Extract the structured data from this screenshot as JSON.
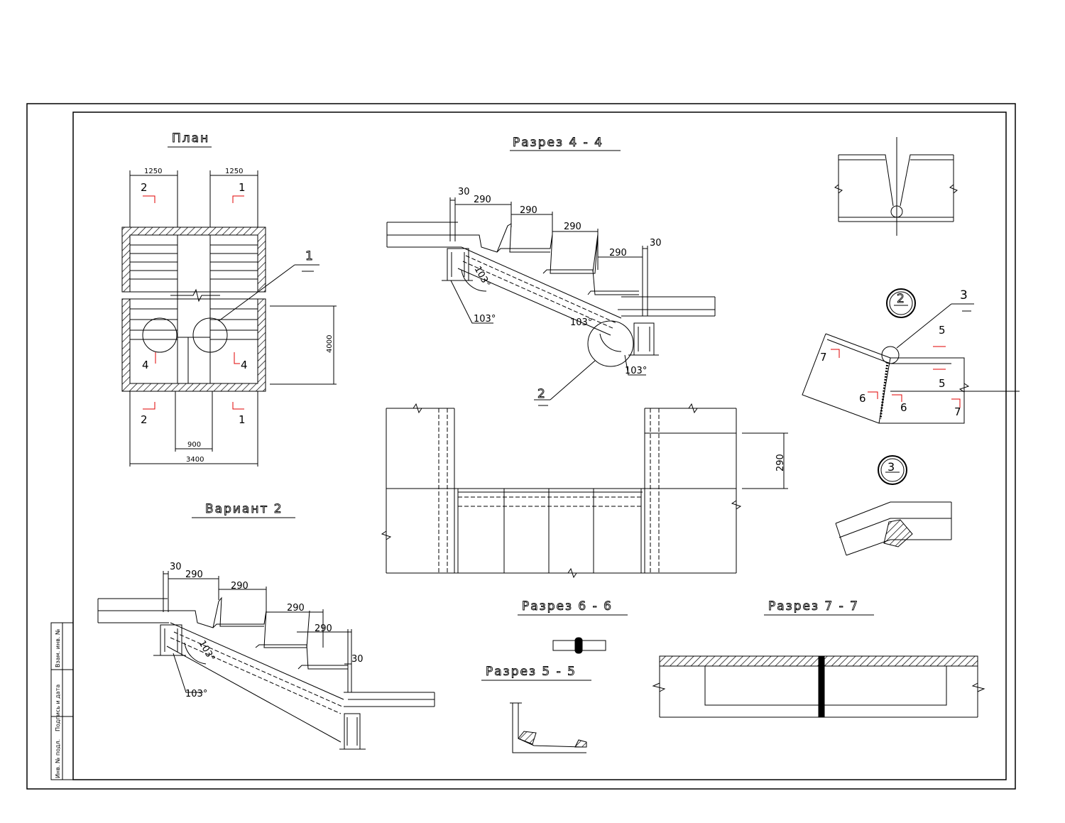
{
  "titles": {
    "plan": "План",
    "section_4_4": "Разрез 4 - 4",
    "variant_2": "Вариант 2",
    "section_6_6": "Разрез 6 - 6",
    "section_5_5": "Разрез 5 - 5",
    "section_7_7": "Разрез 7 - 7"
  },
  "plan": {
    "dim_top_left": "1250",
    "dim_top_right": "1250",
    "dim_bottom_inner": "900",
    "dim_bottom_total": "3400",
    "dim_right": "4000",
    "cut_2_top": "2",
    "cut_1_top": "1",
    "cut_2_bottom": "2",
    "cut_1_bottom": "1",
    "cut_4_left": "4",
    "cut_4_right": "4",
    "callout_1": "1"
  },
  "section_4_4": {
    "dim_30_top": "30",
    "dim_290_a": "290",
    "dim_290_b": "290",
    "dim_290_c": "290",
    "dim_290_d": "290",
    "dim_30_right": "30",
    "angle_a": "103°",
    "angle_b": "103°",
    "angle_c": "103°",
    "angle_d": "103°",
    "callout_2": "2"
  },
  "elevation": {
    "dim_290": "290"
  },
  "variant_2": {
    "dim_30_top": "30",
    "dim_290_a": "290",
    "dim_290_b": "290",
    "dim_290_c": "290",
    "dim_290_d": "290",
    "dim_30_right": "30",
    "angle_a": "103°",
    "angle_b": "103°"
  },
  "detail": {
    "node_2": "2",
    "node_3": "3",
    "callout_3": "3",
    "cut_5_top": "5",
    "cut_5_bottom": "5",
    "cut_6_left": "6",
    "cut_6_right": "6",
    "cut_7_left": "7",
    "cut_7_right": "7"
  },
  "title_block": {
    "col_1": "Инв. № подл.",
    "col_2": "Подпись и дата",
    "col_3": "Взам. инв. №"
  }
}
